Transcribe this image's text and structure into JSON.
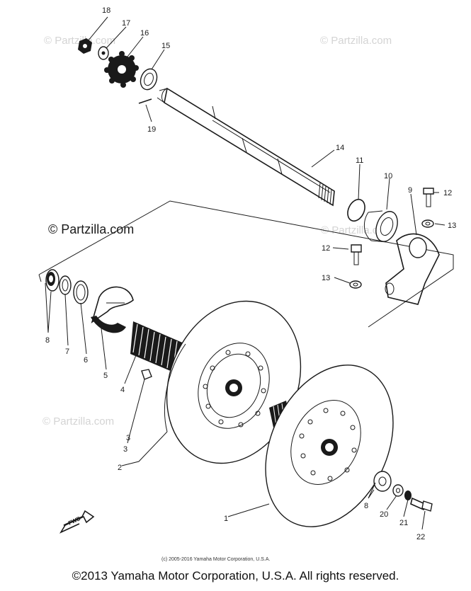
{
  "diagram": {
    "part_numbers": [
      "1",
      "2",
      "3",
      "3",
      "4",
      "5",
      "6",
      "7",
      "8",
      "8",
      "9",
      "10",
      "11",
      "12",
      "12",
      "13",
      "13",
      "14",
      "15",
      "16",
      "17",
      "18",
      "19",
      "20",
      "21",
      "22"
    ],
    "watermarks": {
      "large": "© Partzilla.com",
      "small": "© Partzilla.com"
    },
    "direction_label": "FWD",
    "caption": "(c) 2005-2016 Yamaha Motor Corporation, U.S.A."
  },
  "footer": {
    "copyright": "©2013 Yamaha Motor Corporation, U.S.A. All rights reserved."
  },
  "colors": {
    "ink": "#1a1a1a",
    "watermark": "#d4d4d4",
    "background": "#ffffff"
  }
}
